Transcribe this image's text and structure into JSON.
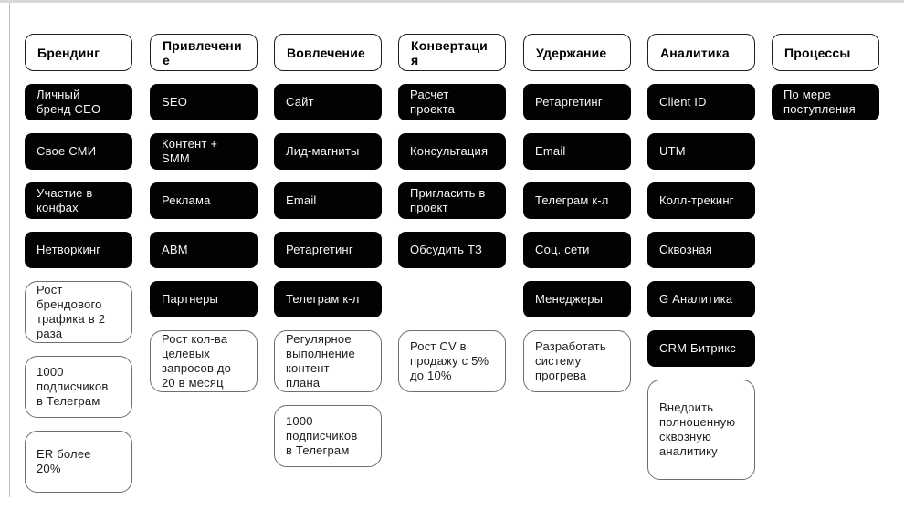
{
  "colors": {
    "card_black_bg": "#020202",
    "card_black_text": "#f7f7f7",
    "header_border": "#1f1f1f",
    "goal_border": "#6e6e6e",
    "frame_gray": "#d9d9d9",
    "background": "#ffffff"
  },
  "board": {
    "columns": [
      {
        "title": "Брендинг",
        "cards": [
          {
            "style": "black",
            "label": "Личный бренд CEO"
          },
          {
            "style": "black",
            "label": "Свое СМИ"
          },
          {
            "style": "black",
            "label": "Участие в конфах"
          },
          {
            "style": "black",
            "label": "Нетворкинг"
          },
          {
            "style": "white",
            "label": "Рост брендового трафика в 2 раза"
          },
          {
            "style": "white",
            "label": "1000 подписчиков в Телеграм"
          },
          {
            "style": "white",
            "label": "ER более 20%"
          }
        ]
      },
      {
        "title": "Привлечение",
        "cards": [
          {
            "style": "black",
            "label": "SEO"
          },
          {
            "style": "black",
            "label": "Контент + SMM"
          },
          {
            "style": "black",
            "label": "Реклама"
          },
          {
            "style": "black",
            "label": "ABM"
          },
          {
            "style": "black",
            "label": "Партнеры"
          },
          {
            "style": "white",
            "label": "Рост кол-ва целевых запросов до 20 в месяц"
          }
        ]
      },
      {
        "title": "Вовлечение",
        "cards": [
          {
            "style": "black",
            "label": "Сайт"
          },
          {
            "style": "black",
            "label": "Лид-магниты"
          },
          {
            "style": "black",
            "label": "Email"
          },
          {
            "style": "black",
            "label": "Ретаргетинг"
          },
          {
            "style": "black",
            "label": "Телеграм к-л"
          },
          {
            "style": "white",
            "label": "Регулярное выполнение контент-плана"
          },
          {
            "style": "white",
            "label": "1000 подписчиков в Телеграм"
          }
        ]
      },
      {
        "title": "Конвертация",
        "cards": [
          {
            "style": "black",
            "label": "Расчет проекта"
          },
          {
            "style": "black",
            "label": "Консультация"
          },
          {
            "style": "black",
            "label": "Пригласить в проект"
          },
          {
            "style": "black",
            "label": "Обсудить ТЗ"
          },
          {
            "style": "white",
            "label": "Рост CV в продажу с 5% до 10%"
          }
        ]
      },
      {
        "title": "Удержание",
        "cards": [
          {
            "style": "black",
            "label": "Ретаргетинг"
          },
          {
            "style": "black",
            "label": "Email"
          },
          {
            "style": "black",
            "label": "Телеграм к-л"
          },
          {
            "style": "black",
            "label": "Соц. сети"
          },
          {
            "style": "black",
            "label": "Менеджеры"
          },
          {
            "style": "white",
            "label": "Разработать систему прогрева"
          }
        ]
      },
      {
        "title": "Аналитика",
        "cards": [
          {
            "style": "black",
            "label": "Client ID"
          },
          {
            "style": "black",
            "label": "UTM"
          },
          {
            "style": "black",
            "label": "Колл-трекинг"
          },
          {
            "style": "black",
            "label": "Сквозная"
          },
          {
            "style": "black",
            "label": "G Аналитика"
          },
          {
            "style": "black",
            "label": "CRM Битрикс"
          },
          {
            "style": "white",
            "label": "Внедрить полноценную сквозную аналитику"
          }
        ]
      },
      {
        "title": "Процессы",
        "cards": [
          {
            "style": "black",
            "label": "По мере поступления"
          }
        ]
      }
    ]
  }
}
